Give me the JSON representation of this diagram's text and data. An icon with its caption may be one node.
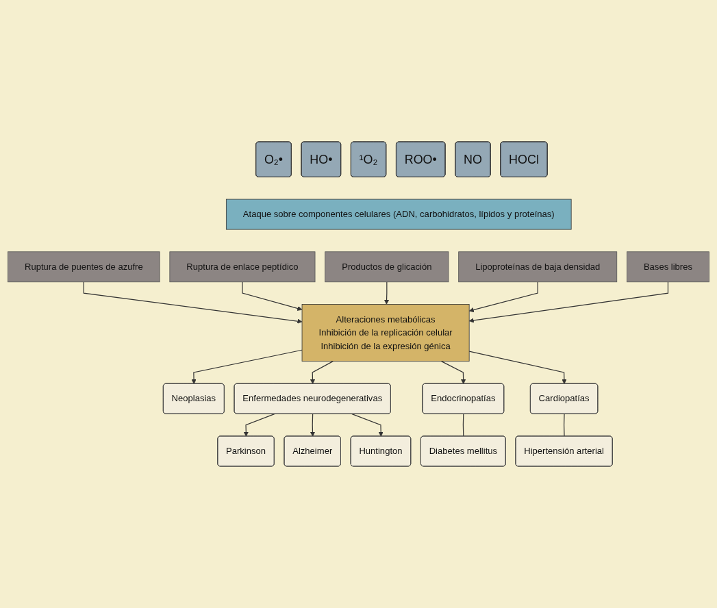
{
  "diagram": {
    "nodes": [
      {
        "text": [
          "O₂•"
        ]
      },
      {
        "text": [
          "HO•"
        ]
      },
      {
        "text": [
          "¹O₂"
        ]
      },
      {
        "text": [
          "ROO•"
        ]
      },
      {
        "text": [
          "NO"
        ]
      },
      {
        "text": [
          "HOCl"
        ]
      },
      {
        "text": [
          "Ataque sobre componentes celulares (ADN, carbohidratos, lípidos y proteínas)"
        ]
      },
      {
        "text": [
          "Ruptura de puentes de azufre"
        ]
      },
      {
        "text": [
          "Ruptura de enlace peptídico"
        ]
      },
      {
        "text": [
          "Productos de glicación"
        ]
      },
      {
        "text": [
          "Lipoproteínas de baja densidad"
        ]
      },
      {
        "text": [
          "Bases libres"
        ]
      },
      {
        "text": [
          "Alteraciones metabólicas",
          "Inhibición de la replicación celular",
          "Inhibición de la expresión génica"
        ]
      },
      {
        "text": [
          "Neoplasias"
        ]
      },
      {
        "text": [
          "Enfermedades neurodegenerativas"
        ]
      },
      {
        "text": [
          "Endocrinopatías"
        ]
      },
      {
        "text": [
          "Cardiopatías"
        ]
      },
      {
        "text": [
          "Parkinson"
        ]
      },
      {
        "text": [
          "Alzheimer"
        ]
      },
      {
        "text": [
          "Huntington"
        ]
      },
      {
        "text": [
          "Diabetes mellitus"
        ]
      },
      {
        "text": [
          "Hipertensión arterial"
        ]
      }
    ],
    "edges": [
      {
        "from": 7,
        "to": 12,
        "arrow": "to"
      },
      {
        "from": 8,
        "to": 12,
        "arrow": "to"
      },
      {
        "from": 9,
        "to": 12,
        "arrow": "to"
      },
      {
        "from": 10,
        "to": 12,
        "arrow": "to"
      },
      {
        "from": 11,
        "to": 12,
        "arrow": "to"
      },
      {
        "from": 12,
        "to": 13,
        "arrow": "to"
      },
      {
        "from": 12,
        "to": 14,
        "arrow": "to"
      },
      {
        "from": 12,
        "to": 15,
        "arrow": "to"
      },
      {
        "from": 12,
        "to": 16,
        "arrow": "to"
      },
      {
        "from": 14,
        "to": 17,
        "arrow": "to"
      },
      {
        "from": 14,
        "to": 18,
        "arrow": "to"
      },
      {
        "from": 14,
        "to": 19,
        "arrow": "to"
      },
      {
        "from": 15,
        "to": 20,
        "arrow": "none"
      },
      {
        "from": 16,
        "to": 21,
        "arrow": "none"
      }
    ]
  }
}
